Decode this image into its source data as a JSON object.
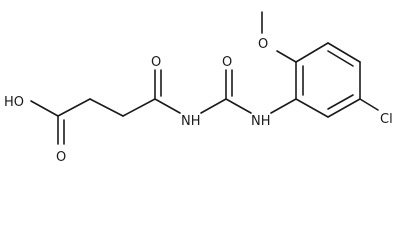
{
  "molecule": {
    "atoms": {
      "oh": "HO",
      "acid_carbonyl_o": "O",
      "amide_carbonyl_o": "O",
      "imide_nh": "NH",
      "urea_carbonyl_o": "O",
      "aryl_nh": "NH",
      "methoxy_o": "O",
      "chloro": "Cl"
    }
  }
}
